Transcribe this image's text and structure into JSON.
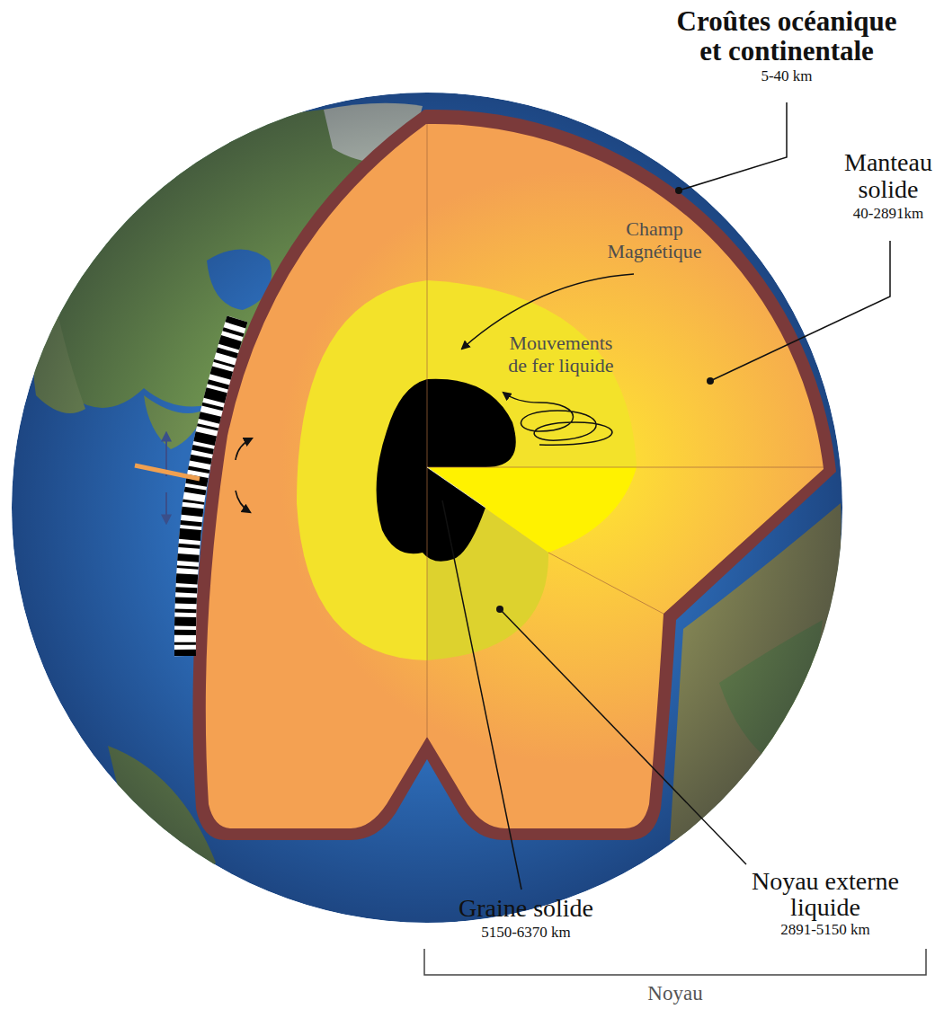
{
  "diagram": {
    "labels": [
      "Croûtes océanique et continentale",
      "5-40 km",
      "Manteau solide",
      "40-2891km",
      "Champ Magnétique",
      "Mouvements de fer liquide",
      "Graine solide",
      "5150-6370 km",
      "Noyau externe liquide",
      "2891-5150 km",
      "Noyau"
    ]
  }
}
